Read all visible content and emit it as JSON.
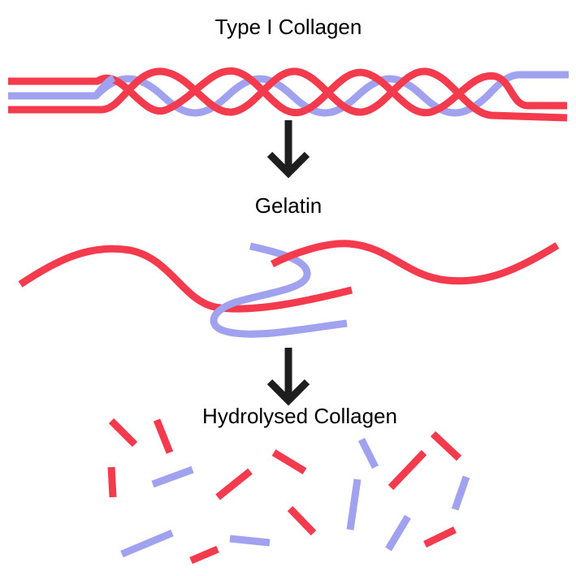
{
  "title_top": "Type I Collagen",
  "title_middle": "Gelatin",
  "title_bottom": "Hydrolysed Collagen",
  "colors": {
    "strand_a": "#f43b4e",
    "strand_b": "#a1a2ef",
    "arrow": "#1e1e1e",
    "text": "#000000"
  }
}
